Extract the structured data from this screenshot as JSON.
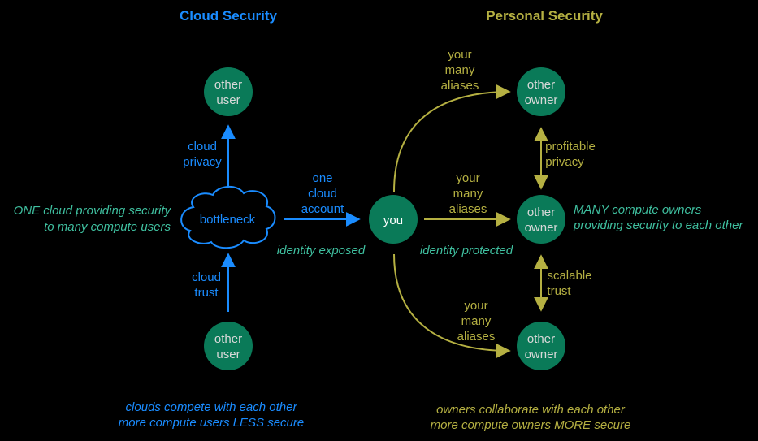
{
  "colors": {
    "background": "#000000",
    "cloud_blue": "#1a8cff",
    "personal_olive": "#b5b042",
    "node_green": "#0a7a58",
    "node_text": "#d9d9d9",
    "teal_italic": "#3fbf9f"
  },
  "titles": {
    "cloud": "Cloud Security",
    "personal": "Personal Security"
  },
  "cloud_side": {
    "top_user": [
      "other",
      "user"
    ],
    "bottom_user": [
      "other",
      "user"
    ],
    "bottleneck": "bottleneck",
    "privacy_label": [
      "cloud",
      "privacy"
    ],
    "trust_label": [
      "cloud",
      "trust"
    ],
    "description": [
      "ONE cloud providing security",
      "to many compute users"
    ],
    "account_label": [
      "one",
      "cloud",
      "account"
    ],
    "identity_exposed": "identity exposed",
    "footer": [
      "clouds compete with each other",
      "more compute users LESS secure"
    ]
  },
  "personal_side": {
    "you": "you",
    "top_owner": [
      "other",
      "owner"
    ],
    "middle_owner": [
      "other",
      "owner"
    ],
    "bottom_owner": [
      "other",
      "owner"
    ],
    "alias_top": [
      "your",
      "many",
      "aliases"
    ],
    "alias_middle": [
      "your",
      "many",
      "aliases"
    ],
    "alias_bottom": [
      "your",
      "many",
      "aliases"
    ],
    "identity_protected": "identity protected",
    "privacy_label": [
      "profitable",
      "privacy"
    ],
    "trust_label": [
      "scalable",
      "trust"
    ],
    "description": [
      "MANY compute owners",
      "providing security to each other"
    ],
    "footer": [
      "owners collaborate with each other",
      "more compute owners MORE secure"
    ]
  }
}
